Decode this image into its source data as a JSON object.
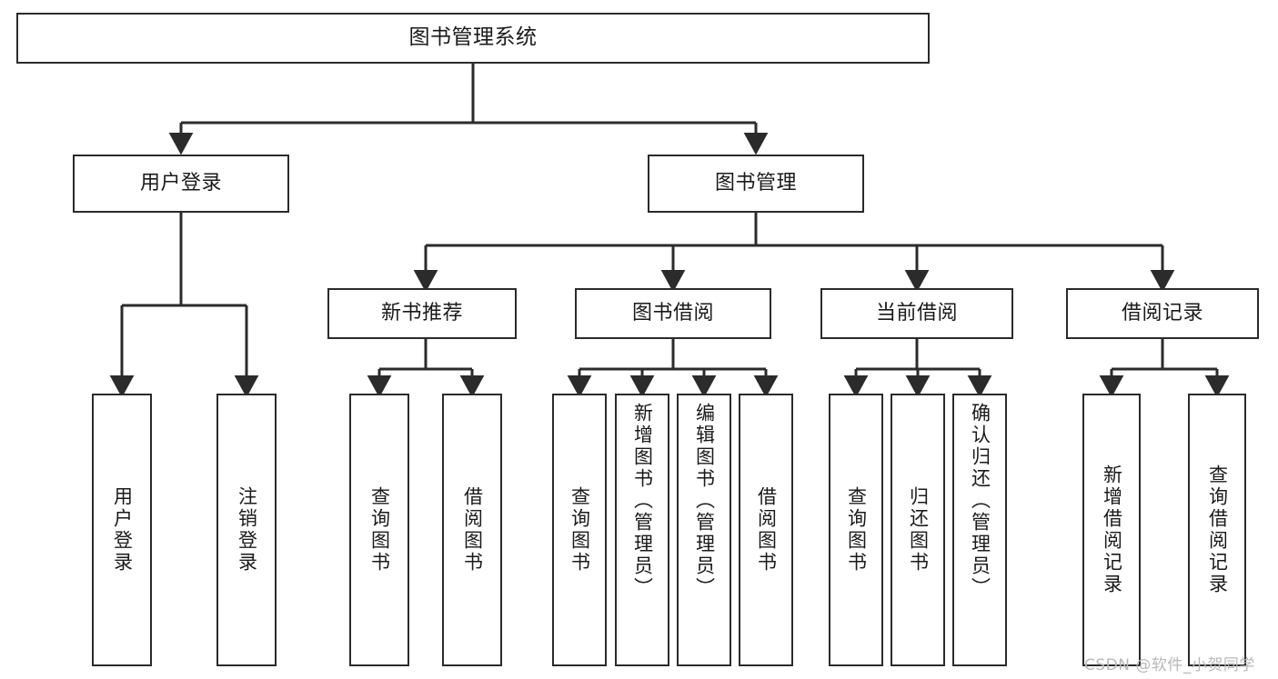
{
  "diagram": {
    "type": "tree-hierarchy",
    "title": "图书管理系统",
    "root": {
      "label": "图书管理系统"
    },
    "level2": [
      {
        "label": "用户登录"
      },
      {
        "label": "图书管理"
      }
    ],
    "level3": [
      {
        "label": "新书推荐"
      },
      {
        "label": "图书借阅"
      },
      {
        "label": "当前借阅"
      },
      {
        "label": "借阅记录"
      }
    ],
    "leaves": {
      "user_login": [
        {
          "label": "用户登录"
        },
        {
          "label": "注销登录"
        }
      ],
      "new_book_recommend": [
        {
          "label": "查询图书"
        },
        {
          "label": "借阅图书"
        }
      ],
      "book_borrow": [
        {
          "label": "查询图书"
        },
        {
          "label": "新增图书（管理员）"
        },
        {
          "label": "编辑图书（管理员）"
        },
        {
          "label": "借阅图书"
        }
      ],
      "current_borrow": [
        {
          "label": "查询图书"
        },
        {
          "label": "归还图书"
        },
        {
          "label": "确认归还（管理员）"
        }
      ],
      "borrow_record": [
        {
          "label": "新增借阅记录"
        },
        {
          "label": "查询借阅记录"
        }
      ]
    }
  },
  "watermark": {
    "text": "CSDN @软件_小贺同学"
  },
  "colors": {
    "stroke": "#2b2b2b",
    "fill": "#ffffff",
    "text": "#1a1a1a",
    "watermark": "#b8b8b8"
  }
}
